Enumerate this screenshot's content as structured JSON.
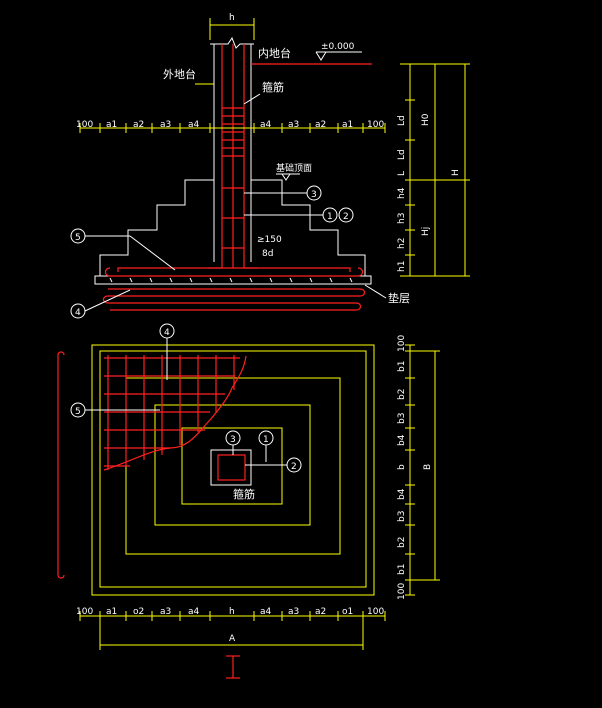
{
  "section": {
    "column_width": "h",
    "inner_ground": "内地台",
    "outer_ground": "外地台",
    "elevation": "±0.000",
    "stirrup": "箍筋",
    "foundation_top": "基础顶面",
    "anchor_bend": "≥150",
    "anchor_d": "8d",
    "cushion": "垫层",
    "dim_top_left": [
      "100",
      "a1",
      "a2",
      "a3",
      "a4"
    ],
    "dim_top_right": [
      "a4",
      "a3",
      "a2",
      "a1",
      "100"
    ],
    "right_dims": [
      "H0",
      "H",
      "Ld",
      "Ld",
      "L",
      "Hj",
      "h4",
      "h3",
      "h2",
      "h1"
    ],
    "callouts": [
      "5",
      "4",
      "3",
      "1",
      "2"
    ]
  },
  "plan": {
    "stirrup": "箍筋",
    "right_dims": [
      "100",
      "b1",
      "b2",
      "b3",
      "b4",
      "b",
      "b4",
      "b3",
      "b2",
      "b1",
      "100"
    ],
    "total_b": "B",
    "bottom_dims": [
      "100",
      "a1",
      "o2",
      "a3",
      "a4",
      "h",
      "a4",
      "a3",
      "a2",
      "o1",
      "100"
    ],
    "total_a": "A",
    "callouts": [
      "4",
      "5",
      "3",
      "1",
      "2"
    ]
  },
  "colors": {
    "dims": "#ffff00",
    "rebar": "#ff2020",
    "text": "#ffffff",
    "bg": "#000000"
  }
}
